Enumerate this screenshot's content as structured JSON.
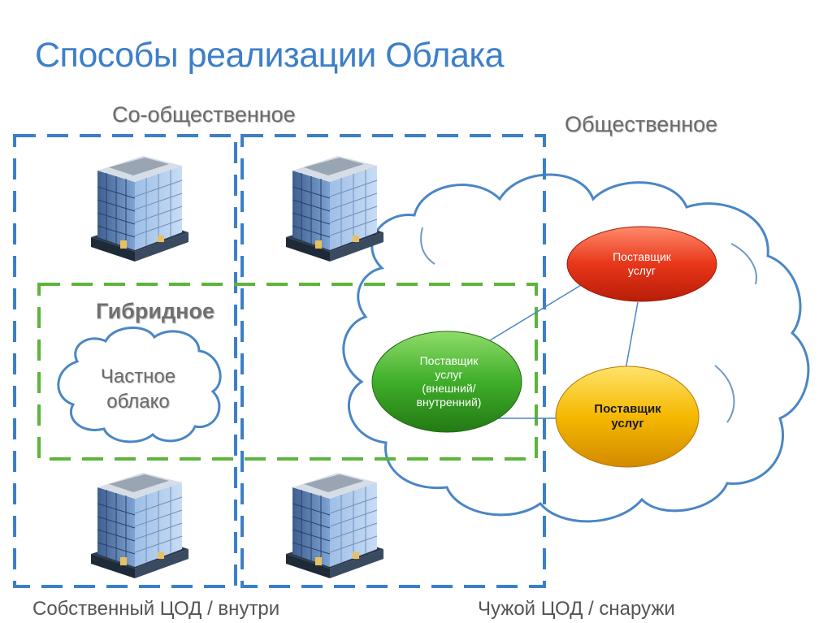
{
  "title": "Способы реализации Облака",
  "labels": {
    "community": "Со-общественное",
    "public": "Общественное",
    "hybrid": "Гибридное",
    "own_dc": "Собственный ЦОД / внутри",
    "foreign_dc": "Чужой ЦОД / снаружи"
  },
  "private_cloud": {
    "line1": "Частное",
    "line2": "облако"
  },
  "nodes": {
    "red": {
      "line1": "Поставщик",
      "line2": "услуг",
      "color": "#e8361a"
    },
    "green": {
      "line1": "Поставщик",
      "line2": "услуг",
      "line3": "(внешний/",
      "line4": "внутренний)",
      "color": "#3fae2a"
    },
    "yellow": {
      "line1": "Поставщик",
      "line2": "услуг",
      "color": "#f5b800"
    }
  },
  "colors": {
    "title": "#3d7fc9",
    "blue_dash": "#3b7fc8",
    "green_dash": "#5cb53a",
    "cloud_outline": "#4a86c5",
    "connector": "#4a86c5"
  },
  "icons": [
    "office-building-icon",
    "office-building-icon",
    "office-building-icon",
    "office-building-icon"
  ]
}
